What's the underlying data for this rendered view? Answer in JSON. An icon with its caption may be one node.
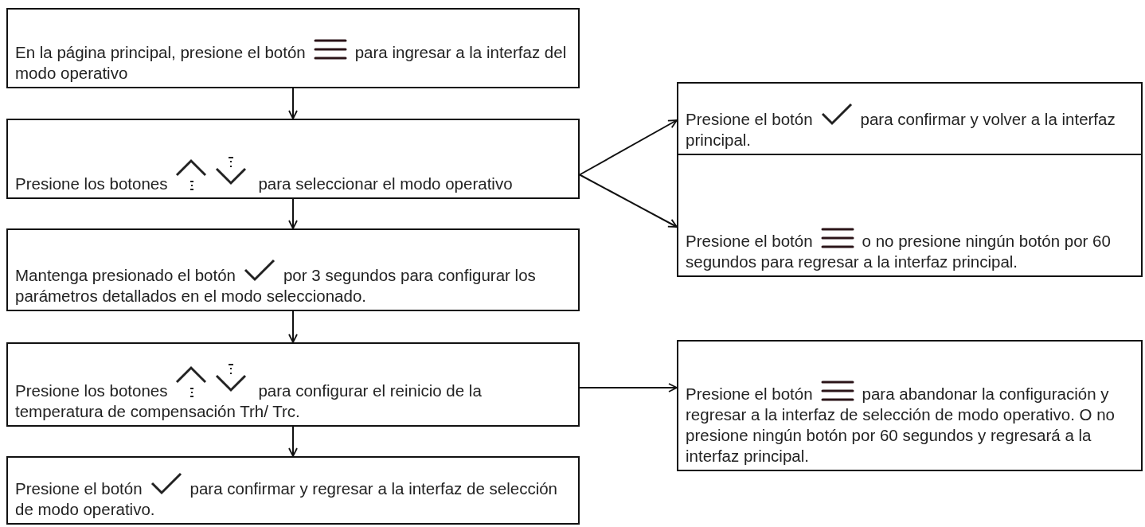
{
  "diagram": {
    "nodes": [
      {
        "text": [
          "En la página principal, presione el botón",
          "para ingresar a la interfaz del modo operativo"
        ]
      },
      {
        "text": [
          "Presione los botones",
          "para seleccionar el modo operativo"
        ]
      },
      {
        "text": [
          "Mantenga presionado el botón",
          "por 3 segundos para configurar los parámetros detallados en el modo seleccionado."
        ]
      },
      {
        "text": [
          "Presione los botones",
          "para configurar el reinicio de la temperatura de compensación Trh/ Trc."
        ]
      },
      {
        "text": [
          "Presione el botón",
          "para confirmar y regresar a la interfaz de selección de modo operativo."
        ]
      },
      {
        "text": [
          "Presione el botón",
          "para confirmar y volver a la interfaz principal."
        ]
      },
      {
        "text": [
          "Presione el botón",
          "o no presione ningún botón por 60 segundos para regresar a la interfaz principal."
        ]
      },
      {
        "text": [
          "Presione el botón",
          "para abandonar la configuración y regresar a la interfaz de selección de modo operativo. O no presione ningún botón por 60 segundos y regresará a la interfaz principal."
        ]
      }
    ],
    "edges": [
      {
        "from": 0,
        "to": 1,
        "arrow": "to"
      },
      {
        "from": 1,
        "to": 2,
        "arrow": "to"
      },
      {
        "from": 2,
        "to": 3,
        "arrow": "to"
      },
      {
        "from": 3,
        "to": 4,
        "arrow": "to"
      },
      {
        "from": 1,
        "to": 5,
        "arrow": "to"
      },
      {
        "from": 1,
        "to": 6,
        "arrow": "to"
      },
      {
        "from": 3,
        "to": 7,
        "arrow": "to"
      }
    ]
  }
}
